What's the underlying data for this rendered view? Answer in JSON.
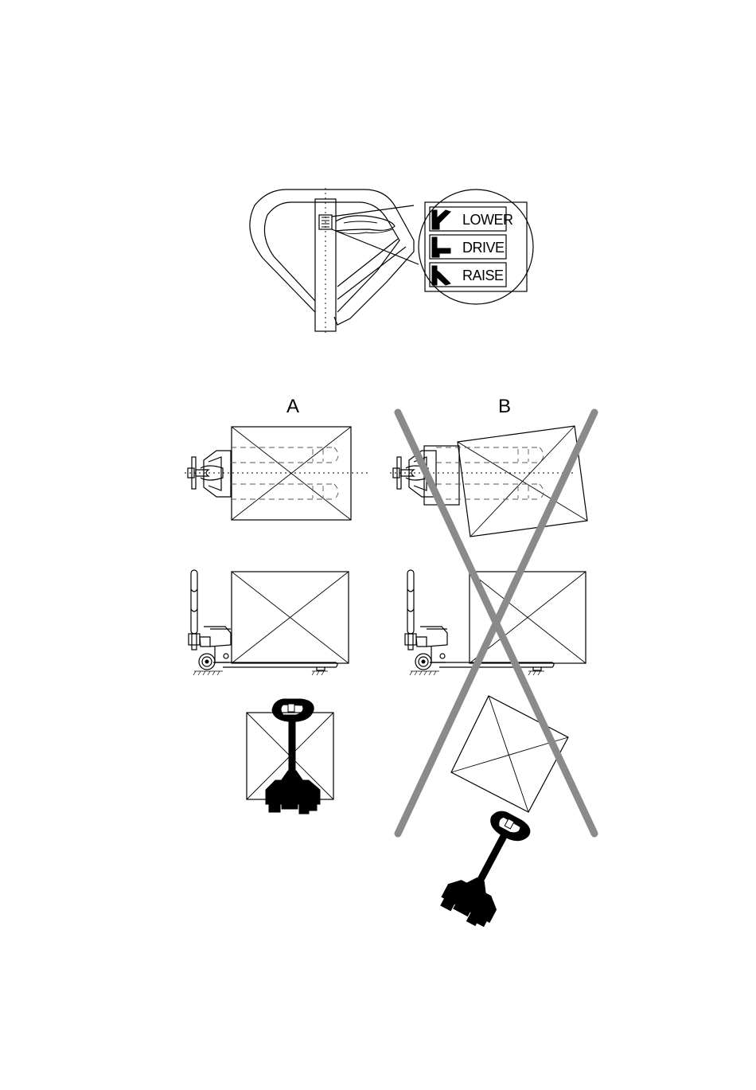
{
  "handle_detail": {
    "positions": [
      {
        "label": "LOWER",
        "icon": "lever-lower-icon"
      },
      {
        "label": "DRIVE",
        "icon": "lever-drive-icon"
      },
      {
        "label": "RAISE",
        "icon": "lever-raise-icon"
      }
    ]
  },
  "columns": {
    "correct": {
      "label": "A"
    },
    "incorrect": {
      "label": "B"
    }
  },
  "colors": {
    "line": "#000000",
    "cross_out": "#8a8a8a",
    "background": "#ffffff"
  }
}
